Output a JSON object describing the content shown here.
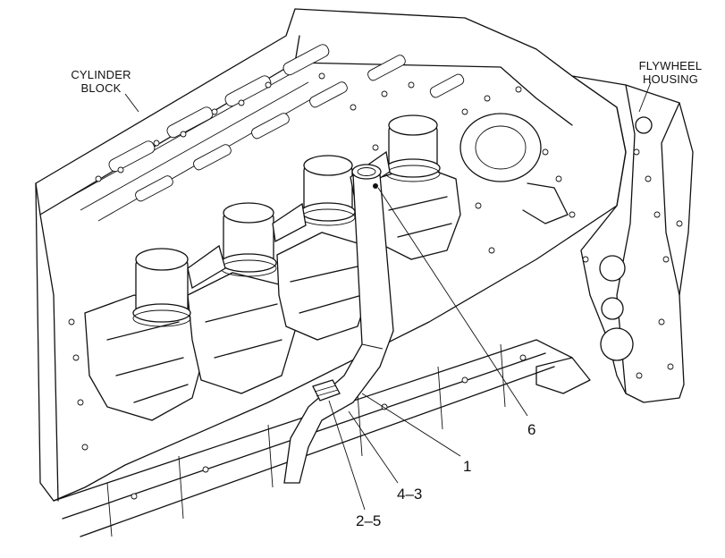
{
  "labels": {
    "cylinder_block_line1": "CYLINDER",
    "cylinder_block_line2": "BLOCK",
    "flywheel_housing_line1": "FLYWHEEL",
    "flywheel_housing_line2": "HOUSING"
  },
  "callouts": {
    "c1": "1",
    "c6": "6",
    "c43": "4–3",
    "c25": "2–5"
  }
}
